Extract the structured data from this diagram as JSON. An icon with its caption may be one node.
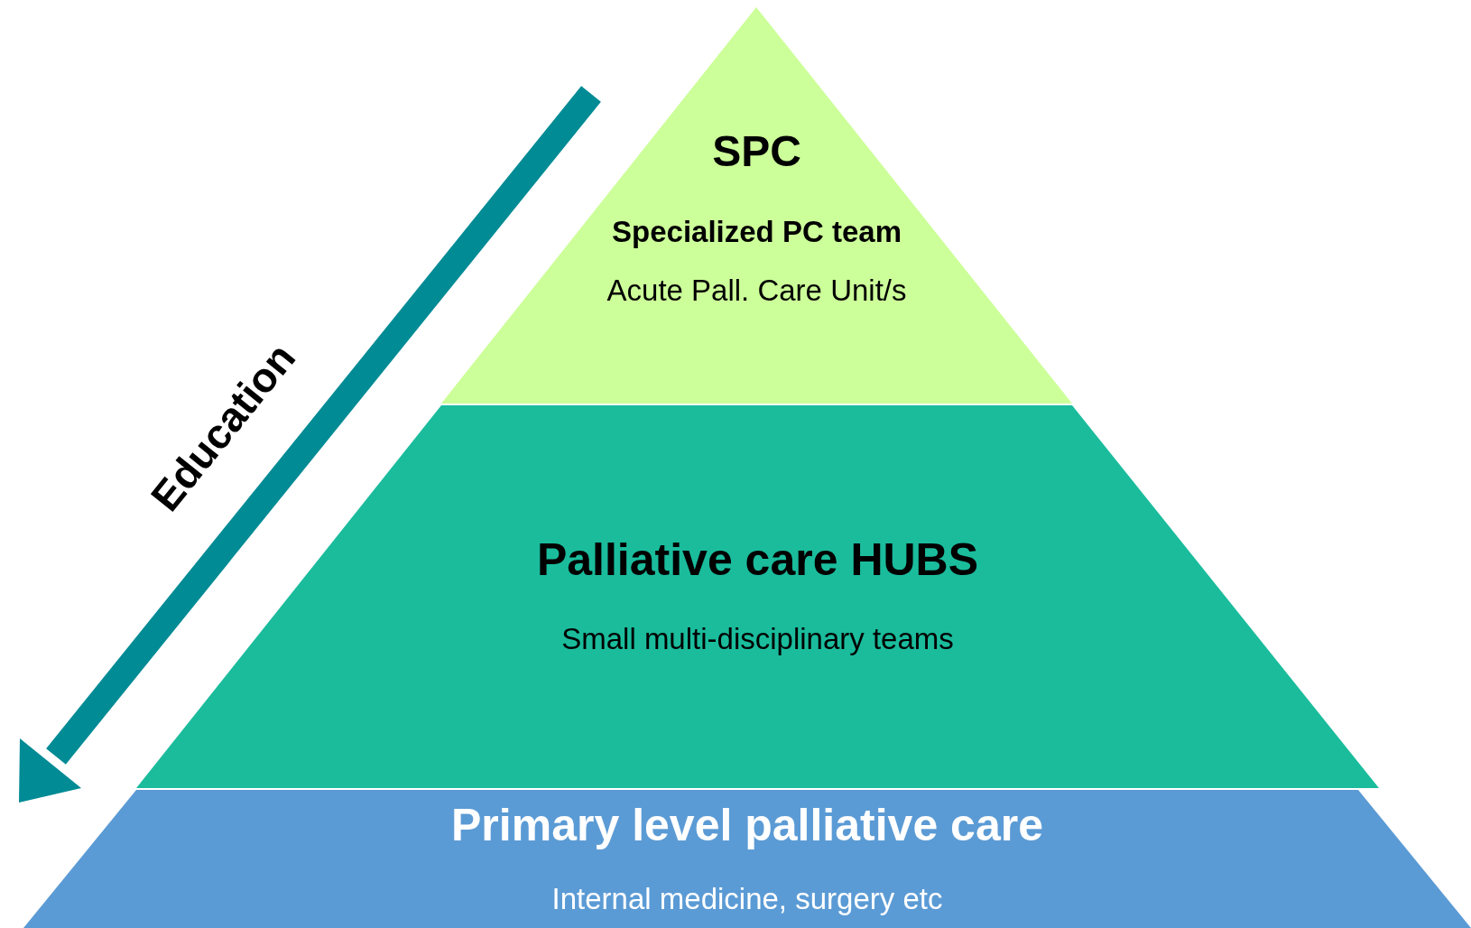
{
  "diagram": {
    "nodes": [
      {
        "text": [
          "SPC",
          "Specialized PC team",
          "Acute Pall. Care Unit/s"
        ]
      },
      {
        "text": [
          "Palliative care HUBS",
          "Small multi-disciplinary teams"
        ]
      },
      {
        "text": [
          "Primary level palliative care",
          "Internal medicine, surgery etc"
        ]
      }
    ],
    "labels": [
      "Education"
    ]
  }
}
